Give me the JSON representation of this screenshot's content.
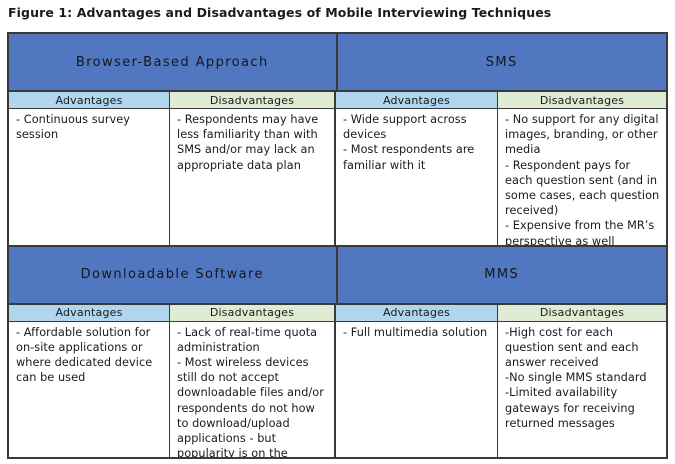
{
  "figure": {
    "title": "Figure 1: Advantages and Disadvantages of Mobile Interviewing Techniques"
  },
  "colors": {
    "header_blue": "#5077bf",
    "advantages_blue": "#afd5ef",
    "disadvantages_green": "#dfecd4",
    "border": "#3a3a3a",
    "cell_background": "#ffffff",
    "text": "#1a1a1a"
  },
  "column_headers": {
    "advantages": "Advantages",
    "disadvantages": "Disadvantages"
  },
  "table": {
    "bands": [
      {
        "techniques": [
          {
            "name": "Browser-Based Approach",
            "advantages": [
              "- Continuous survey session"
            ],
            "disadvantages": [
              "- Respondents may have less familiarity than with SMS and/or may lack an appropriate data plan"
            ]
          },
          {
            "name": "SMS",
            "advantages": [
              "- Wide support across devices",
              "- Most respondents are familiar with it"
            ],
            "disadvantages": [
              "- No support for any digital images, branding, or other media",
              "- Respondent pays for each question sent (and in some cases, each question received)",
              "- Expensive from the MR’s perspective as well"
            ]
          }
        ]
      },
      {
        "techniques": [
          {
            "name": "Downloadable Software",
            "advantages": [
              "- Affordable solution for on-site applications or where dedicated device can be used"
            ],
            "disadvantages": [
              "- Lack of real-time quota administration",
              "- Most wireless devices still do not accept downloadable files and/or respondents do not how to download/upload applications - but popularity is on the increase"
            ]
          },
          {
            "name": "MMS",
            "advantages": [
              "- Full multimedia solution"
            ],
            "disadvantages": [
              "-High cost for each question sent and each answer received",
              "-No single MMS standard",
              "-Limited availability gateways for receiving returned messages"
            ]
          }
        ]
      }
    ]
  }
}
